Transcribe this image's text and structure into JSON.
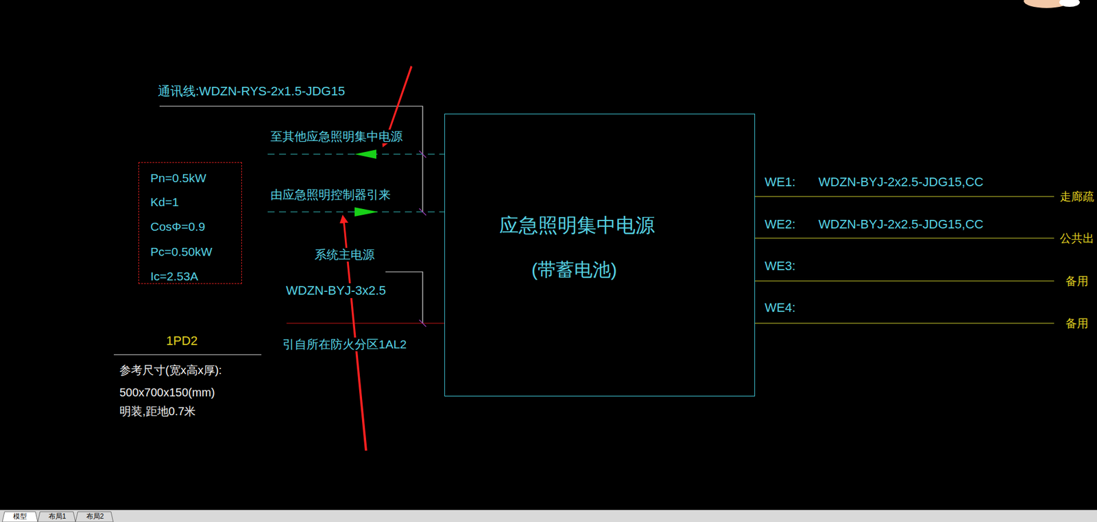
{
  "diagram": {
    "nodes": [
      {
        "text": [
          "应急照明集中电源",
          "(带蓄电池)"
        ]
      },
      {
        "text": [
          "Pn=0.5kW",
          "Kd=1",
          "CosΦ=0.9",
          "Pc=0.50kW",
          "Ic=2.53A"
        ]
      }
    ],
    "labels": [
      "通讯线:WDZN-RYS-2x1.5-JDG15",
      "至其他应急照明集中电源",
      "由应急照明控制器引来",
      "系统主电源",
      "WDZN-BYJ-3x2.5",
      "引自所在防火分区1AL2",
      "1PD2",
      "参考尺寸(宽x高x厚):",
      "500x700x150(mm)",
      "明装,距地0.7米",
      "WE1:",
      "WDZN-BYJ-2x2.5-JDG15,CC",
      "走廊疏",
      "WE2:",
      "WDZN-BYJ-2x2.5-JDG15,CC",
      "公共出",
      "WE3:",
      "备用",
      "WE4:",
      "备用",
      "模型",
      "布局1",
      "布局2"
    ]
  }
}
